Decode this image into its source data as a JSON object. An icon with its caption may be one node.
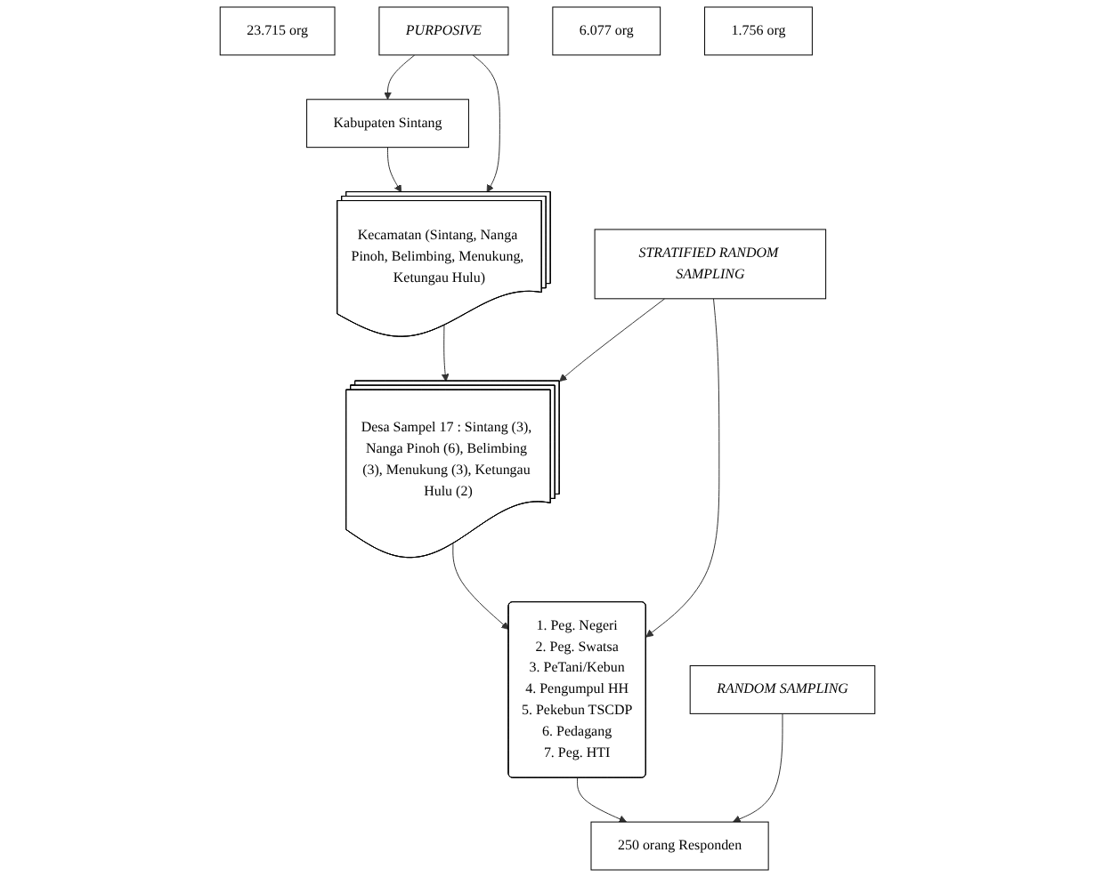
{
  "diagram": {
    "nodes": [
      {
        "text": [
          "Kabupaten Sintang"
        ]
      },
      {
        "text": [
          "23.715 org"
        ]
      },
      {
        "text": [
          "PURPOSIVE"
        ]
      },
      {
        "text": [
          "Kecamatan (Sintang, Nanga Pinoh, Belimbing, Menukung, Ketungau Hulu)"
        ]
      },
      {
        "text": [
          "6.077 org"
        ]
      },
      {
        "text": [
          "STRATIFIED RANDOM SAMPLING"
        ]
      },
      {
        "text": [
          "Desa Sampel 17 : Sintang (3), Nanga Pinoh (6), Belimbing (3), Menukung (3), Ketungau Hulu (2)"
        ]
      },
      {
        "text": [
          "1.756 org"
        ]
      },
      {
        "text": [
          "1. Peg. Negeri",
          "2. Peg. Swatsa",
          "3. PeTani/Kebun",
          "4. Pengumpul HH",
          "5. Pekebun TSCDP",
          "6. Pedagang",
          "7. Peg. HTI"
        ]
      },
      {
        "text": [
          "RANDOM SAMPLING"
        ]
      },
      {
        "text": [
          "250 orang Responden"
        ]
      }
    ],
    "edges": [
      {
        "from": 2,
        "to": 0,
        "arrow": "to"
      },
      {
        "from": 2,
        "to": 3,
        "arrow": "to"
      },
      {
        "from": 0,
        "to": 3,
        "arrow": "to"
      },
      {
        "from": 3,
        "to": 6,
        "arrow": "to"
      },
      {
        "from": 5,
        "to": 6,
        "arrow": "to"
      },
      {
        "from": 5,
        "to": 8,
        "arrow": "to"
      },
      {
        "from": 6,
        "to": 8,
        "arrow": "to"
      },
      {
        "from": 8,
        "to": 10,
        "arrow": "to"
      },
      {
        "from": 9,
        "to": 10,
        "arrow": "to"
      }
    ]
  }
}
